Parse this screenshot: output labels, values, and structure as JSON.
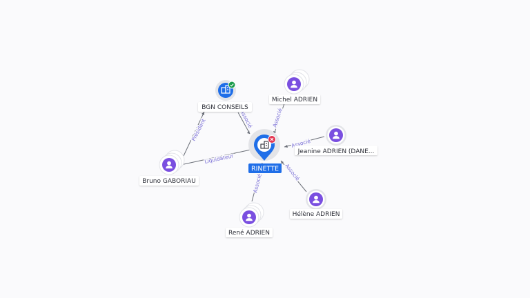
{
  "center": {
    "label": "RINETTE",
    "icon": "building-icon",
    "badge": "close-icon",
    "color": "#1f6ee8",
    "badge_color": "#e3334f"
  },
  "company": {
    "label": "BGN CONSEILS",
    "icon": "building-icon",
    "badge": "check-icon",
    "color": "#1f6ee8",
    "badge_color": "#1a9b4b"
  },
  "persons": [
    {
      "id": "michel",
      "label": "Michel ADRIEN",
      "icon": "person-icon"
    },
    {
      "id": "jeanine",
      "label": "Jeanine ADRIEN (DANE...",
      "icon": "person-icon"
    },
    {
      "id": "helene",
      "label": "Hélène ADRIEN",
      "icon": "person-icon"
    },
    {
      "id": "rene",
      "label": "René ADRIEN",
      "icon": "person-icon"
    },
    {
      "id": "bruno",
      "label": "Bruno GABORIAU",
      "icon": "person-icon"
    }
  ],
  "edges": [
    {
      "id": "bgn-center",
      "label": "Associé"
    },
    {
      "id": "michel-center",
      "label": "Associé"
    },
    {
      "id": "jeanine-center",
      "label": "Associé"
    },
    {
      "id": "helene-center",
      "label": "Associé"
    },
    {
      "id": "rene-center",
      "label": "Associé"
    },
    {
      "id": "bruno-center",
      "label": "Liquidateur"
    },
    {
      "id": "bruno-bgn",
      "label": "Président"
    }
  ],
  "colors": {
    "person": "#7a4fe0",
    "label_text": "#7a6fd6"
  }
}
